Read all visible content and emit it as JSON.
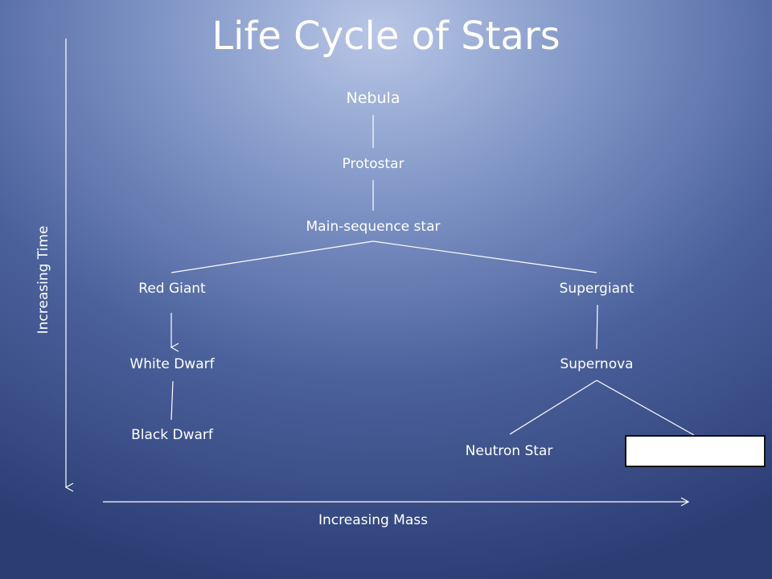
{
  "title": "Life Cycle of Stars",
  "axes": {
    "y_label": "Increasing Time",
    "x_label": "Increasing Mass"
  },
  "nodes": {
    "nebula": "Nebula",
    "protostar": "Protostar",
    "main_sequence": "Main-sequence star",
    "red_giant": "Red Giant",
    "supergiant": "Supergiant",
    "white_dwarf": "White Dwarf",
    "supernova": "Supernova",
    "black_dwarf": "Black Dwarf",
    "neutron_star": "Neutron Star"
  },
  "colors": {
    "text": "#ffffff",
    "lines": "#ffffff"
  }
}
